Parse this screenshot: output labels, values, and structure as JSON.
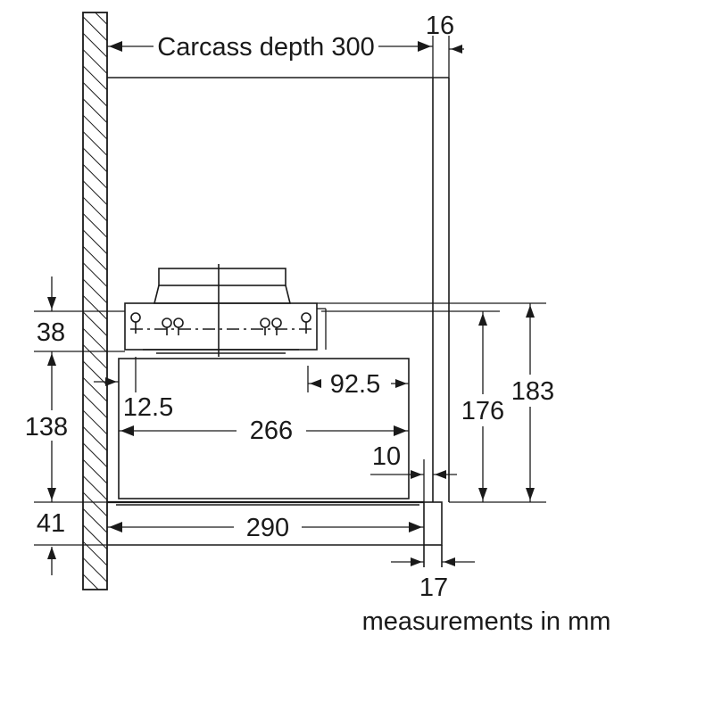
{
  "figure": {
    "title": "Installation dimensions — telescopic cooker hood in wall cabinet",
    "units_note": "measurements in mm"
  },
  "dimensions": {
    "carcass_depth": "Carcass depth 300",
    "front_thickness": "16",
    "top_clearance": "38",
    "hood_body_height": "138",
    "bottom_panel_height": "41",
    "bracket_offset_left": "12.5",
    "bracket_offset_right": "92.5",
    "body_width": "266",
    "front_gap": "10",
    "overall_height_inner": "176",
    "overall_height_outer": "183",
    "extraction_depth": "290",
    "handle_depth": "17"
  }
}
